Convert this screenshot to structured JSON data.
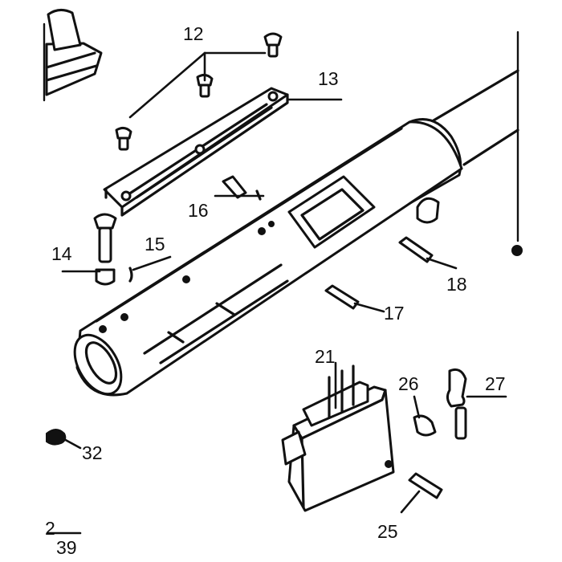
{
  "diagram": {
    "type": "exploded-parts-diagram",
    "callouts": [
      "12",
      "13",
      "14",
      "15",
      "16",
      "17",
      "18",
      "21",
      "25",
      "26",
      "27",
      "32",
      "39"
    ],
    "corner_mark": "2"
  }
}
